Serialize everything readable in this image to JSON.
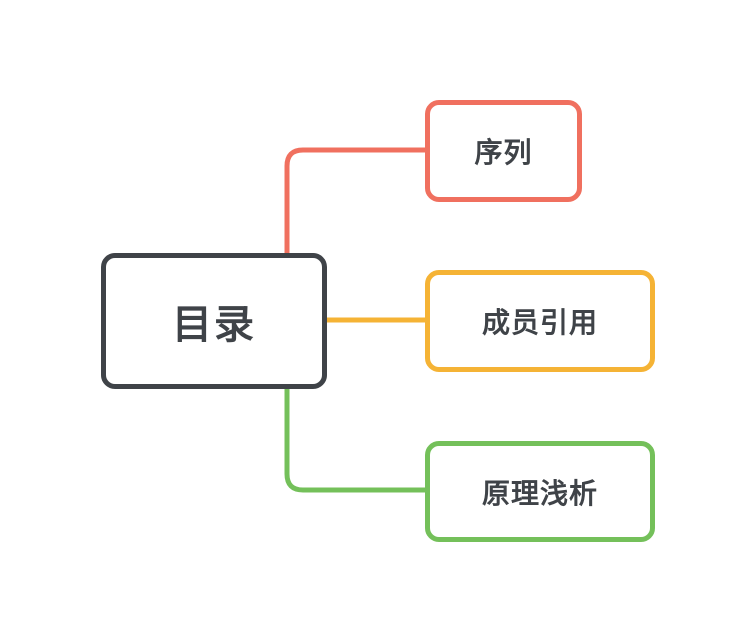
{
  "root": {
    "label": "目录",
    "color": "#3f4348"
  },
  "children": [
    {
      "label": "序列",
      "color": "#f0705f"
    },
    {
      "label": "成员引用",
      "color": "#f5b335"
    },
    {
      "label": "原理浅析",
      "color": "#74c05a"
    }
  ]
}
